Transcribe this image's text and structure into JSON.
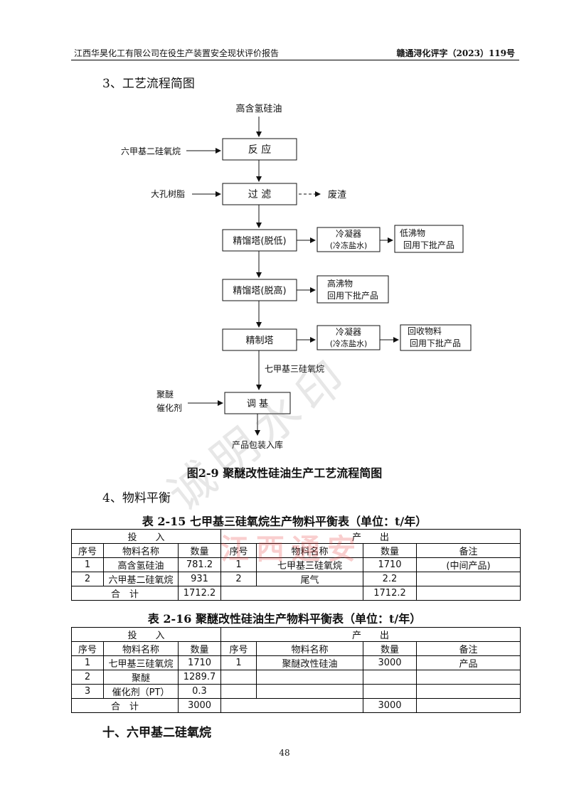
{
  "header": {
    "left": "江西华昊化工有限公司在役生产装置安全现状评价报告",
    "right": "赣通浔化评字（2023）119号"
  },
  "section3": "3、工艺流程简图",
  "flow": {
    "top_input": "高含氢硅油",
    "side_input_1": "六甲基二硅氧烷",
    "reactor": "反 应",
    "side_input_2": "大孔树脂",
    "filter": "过 滤",
    "waste": "废渣",
    "col1": "精馏塔(脱低)",
    "condenser1": "冷凝器",
    "condenser1_sub": "(冷冻盐水)",
    "lowboil": "低沸物",
    "lowboil_sub": "回用下批产品",
    "col2": "精馏塔(脱高)",
    "highboil": "高沸物",
    "highboil_sub": "回用下批产品",
    "refine": "精制塔",
    "condenser2": "冷凝器",
    "condenser2_sub": "(冷冻盐水)",
    "recover": "回收物料",
    "recover_sub": "回用下批产品",
    "intermediate": "七甲基三硅氧烷",
    "side_input_3a": "聚醚",
    "side_input_3b": "催化剂",
    "blend": "调 基",
    "final": "产品包装入库"
  },
  "figure_caption": "图2-9 聚醚改性硅油生产工艺流程简图",
  "section4": "4、物料平衡",
  "table1": {
    "title": "表 2-15  七甲基三硅氧烷生产物料平衡表（单位：t/年）",
    "in_label": "投　　入",
    "out_label": "产　　出",
    "cols": [
      "序号",
      "物料名称",
      "数量",
      "序号",
      "物料名称",
      "数量",
      "备注"
    ],
    "rows": [
      [
        "1",
        "高含氢硅油",
        "781.2",
        "1",
        "七甲基三硅氧烷",
        "1710",
        "(中间产品)"
      ],
      [
        "2",
        "六甲基二硅氧烷",
        "931",
        "2",
        "尾气",
        "2.2",
        ""
      ]
    ],
    "total_label": "合　计",
    "total_in": "1712.2",
    "total_out": "1712.2"
  },
  "table2": {
    "title": "表 2-16  聚醚改性硅油生产物料平衡表（单位：t/年）",
    "in_label": "投　　入",
    "out_label": "产　　出",
    "cols": [
      "序号",
      "物料名称",
      "数量",
      "序号",
      "物料名称",
      "数量",
      "备注"
    ],
    "rows": [
      [
        "1",
        "七甲基三硅氧烷",
        "1710",
        "1",
        "聚醚改性硅油",
        "3000",
        "产品"
      ],
      [
        "2",
        "聚醚",
        "1289.7",
        "",
        "",
        "",
        ""
      ],
      [
        "3",
        "催化剂（PT）",
        "0.3",
        "",
        "",
        "",
        ""
      ]
    ],
    "total_label": "合　计",
    "total_in": "3000",
    "total_out": "3000"
  },
  "section10": "十、六甲基二硅氧烷",
  "page_number": "48",
  "watermark": "诚明水印",
  "watermark_red": "江西通安"
}
